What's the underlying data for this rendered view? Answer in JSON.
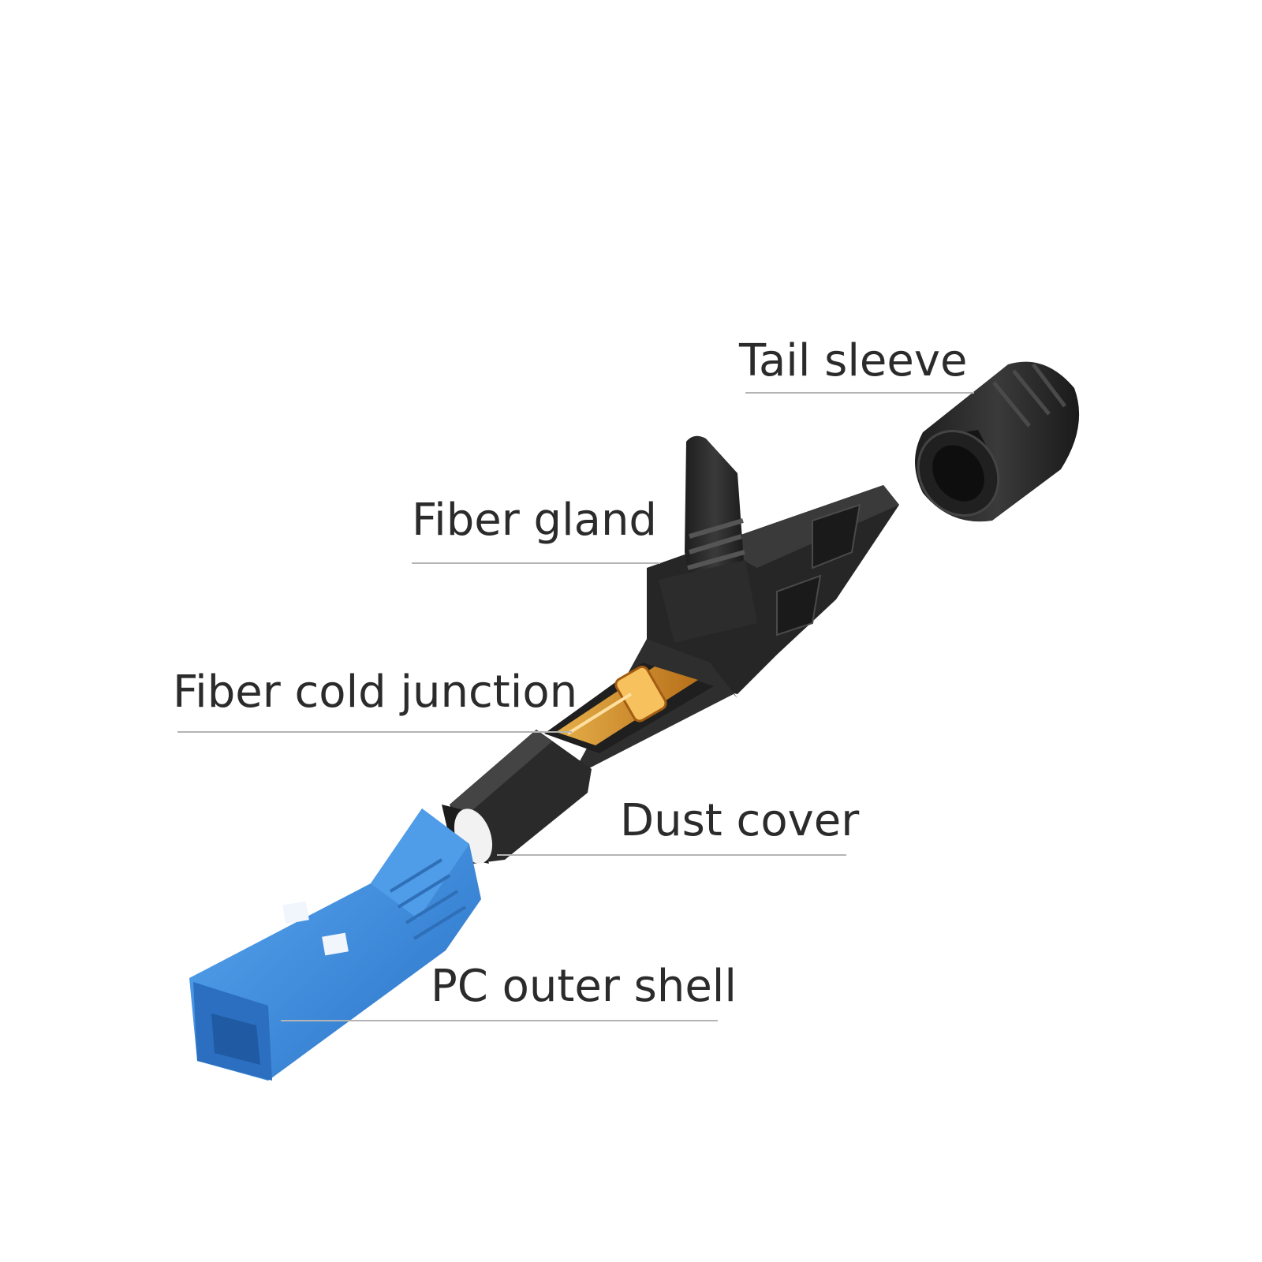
{
  "labels": {
    "tail_sleeve": "Tail sleeve",
    "fiber_gland": "Fiber gland",
    "fiber_cold_junction": "Fiber cold junction",
    "dust_cover": "Dust cover",
    "pc_outer_shell": "PC outer shell"
  },
  "colors": {
    "background": "#ffffff",
    "label_text": "#2b2b2b",
    "leader_line": "#b4b4b4",
    "body_black": "#2a2a2a",
    "shell_blue": "#3f8fe0",
    "junction_amber": "#e89a2a",
    "ferrule_white": "#f2f2f2"
  }
}
